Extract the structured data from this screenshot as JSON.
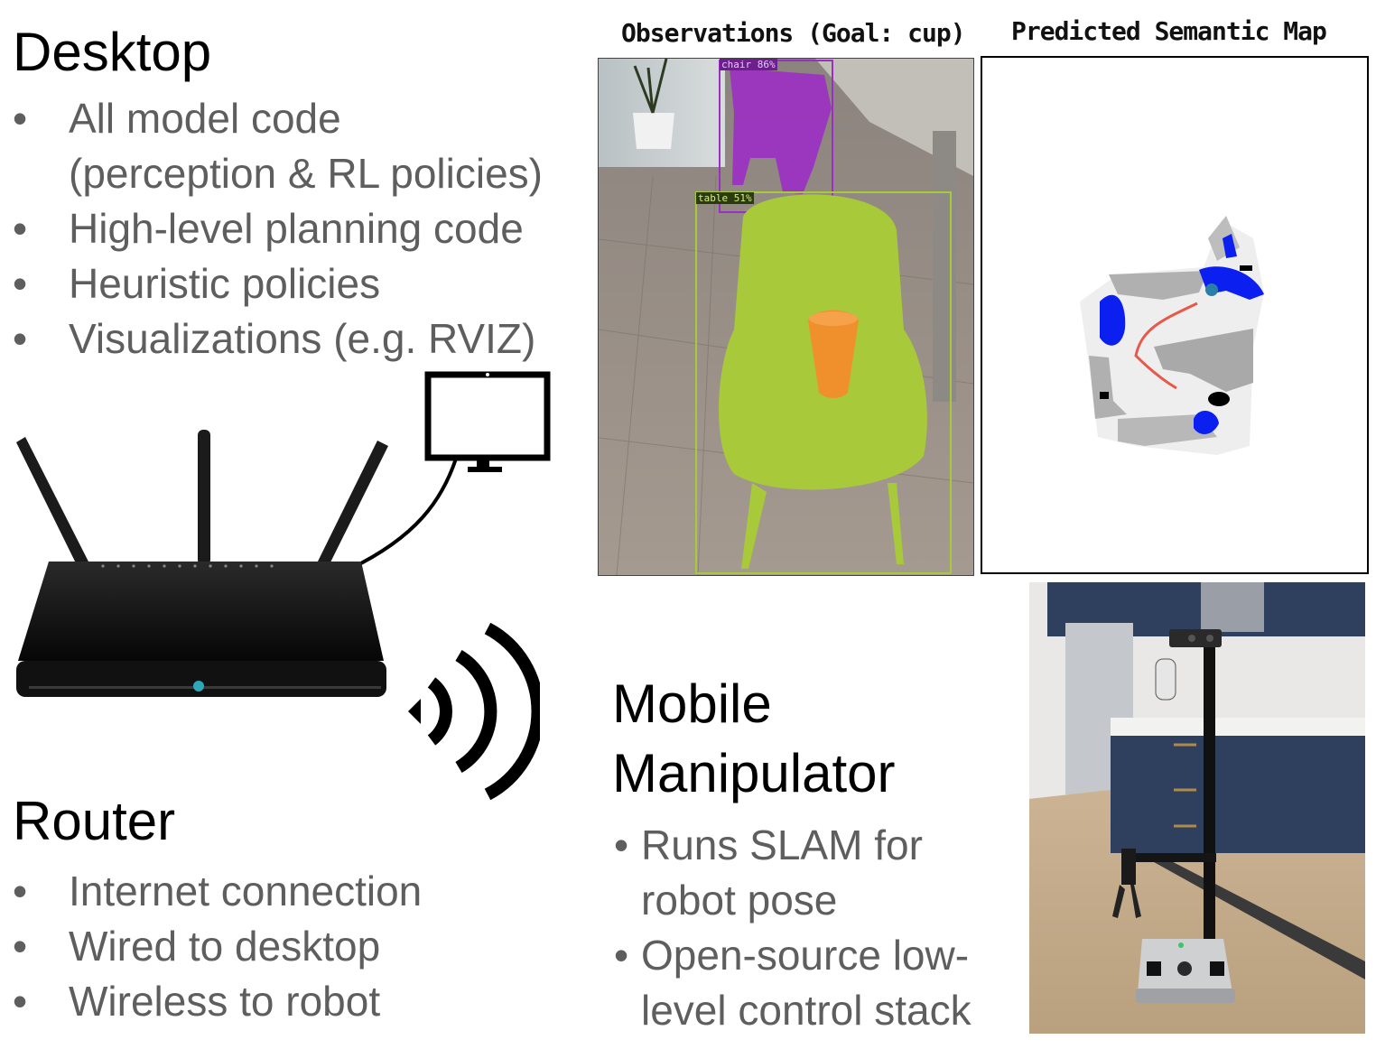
{
  "desktop": {
    "title": "Desktop",
    "bullets": [
      "All model code",
      "(perception & RL policies)",
      "High-level planning code",
      "Heuristic policies",
      "Visualizations (e.g. RVIZ)"
    ]
  },
  "router": {
    "title": "Router",
    "bullets": [
      "Internet connection",
      "Wired to desktop",
      "Wireless to robot"
    ]
  },
  "mobile": {
    "title_line1": "Mobile",
    "title_line2": "Manipulator",
    "bullets": [
      {
        "line1": "Runs SLAM for",
        "line2": "robot pose"
      },
      {
        "line1": "Open-source low-",
        "line2": "level control stack"
      }
    ]
  },
  "observations": {
    "caption": "Observations (Goal: cup)",
    "detections": [
      {
        "label": "chair 86%",
        "color": "#9b2fc4"
      },
      {
        "label": "table 51%",
        "color": "#a8c93a"
      }
    ]
  },
  "semantic_map": {
    "caption": "Predicted Semantic Map"
  },
  "icons": [
    "router-icon",
    "monitor-icon",
    "wifi-signal-icon",
    "robot-photo"
  ],
  "colors": {
    "heading": "#000000",
    "bullet_text": "#5e5e5e",
    "chair_mask": "#9b2fc4",
    "table_mask": "#a8c93a",
    "map_object": "#0a1ff0",
    "map_path": "#e8584a"
  }
}
